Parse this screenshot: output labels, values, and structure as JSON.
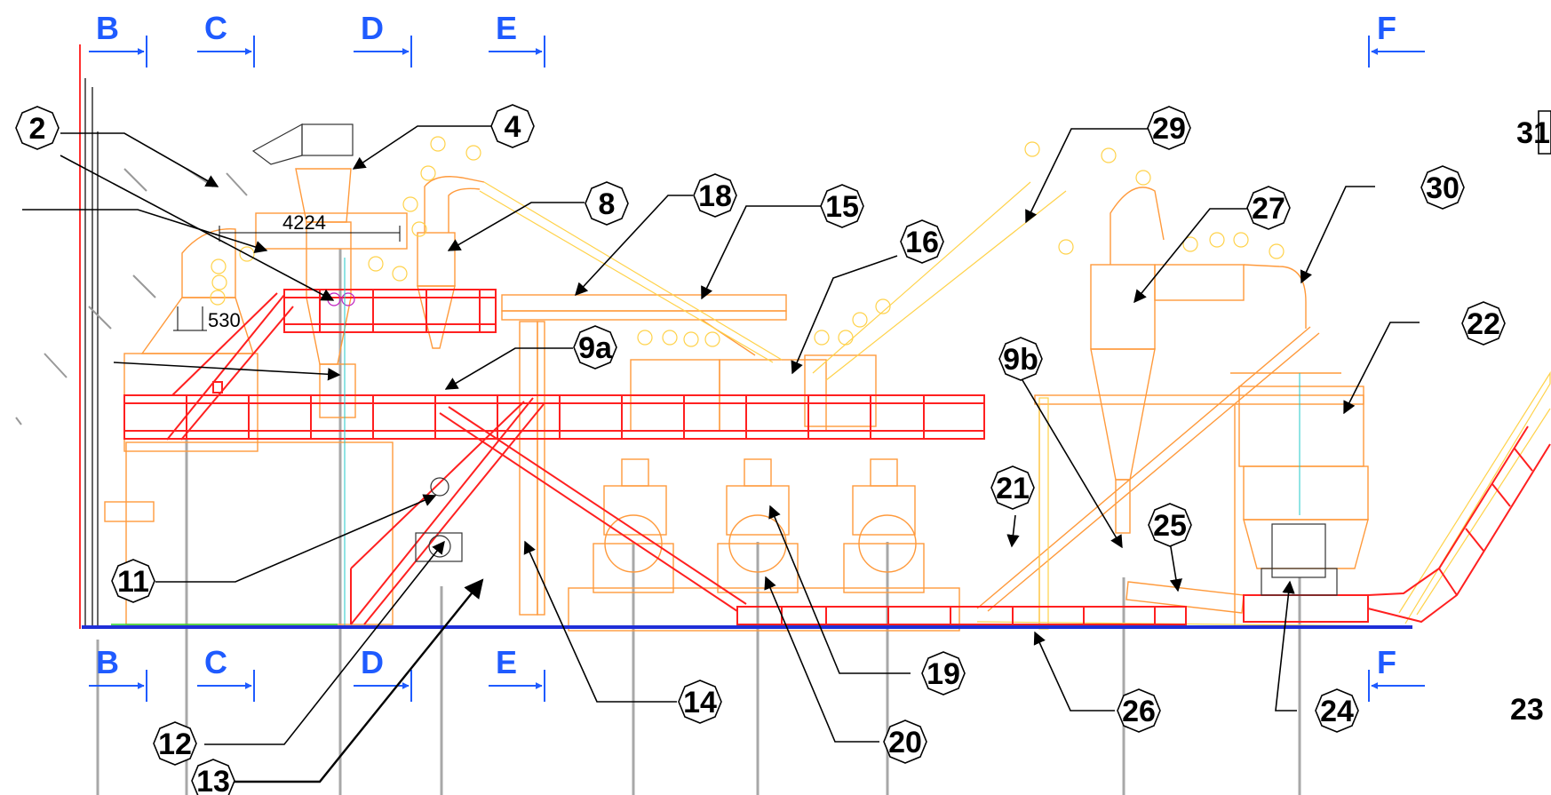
{
  "drawing": {
    "sections": {
      "b": "B",
      "c": "C",
      "d": "D",
      "e": "E",
      "f": "F"
    },
    "dimensions": {
      "width_label": "4224",
      "height_label": "530"
    },
    "callouts": {
      "c2": "2",
      "c4": "4",
      "c8": "8",
      "c18": "18",
      "c15": "15",
      "c16": "16",
      "c9a": "9a",
      "c29": "29",
      "c27": "27",
      "c30": "30",
      "c31": "31",
      "c22": "22",
      "c9b": "9b",
      "c21": "21",
      "c25": "25",
      "c11": "11",
      "c12": "12",
      "c13": "13",
      "c14": "14",
      "c19": "19",
      "c20": "20",
      "c26": "26",
      "c24": "24"
    },
    "unboxed_label": "23",
    "colors": {
      "platform": "#ff2020",
      "equipment": "#ff9a3c",
      "ducts": "#ffd24a",
      "section_marker": "#1f5bff",
      "floor": "#1f2fd8",
      "gridline": "#a8a8a8",
      "leader": "#000000"
    }
  }
}
